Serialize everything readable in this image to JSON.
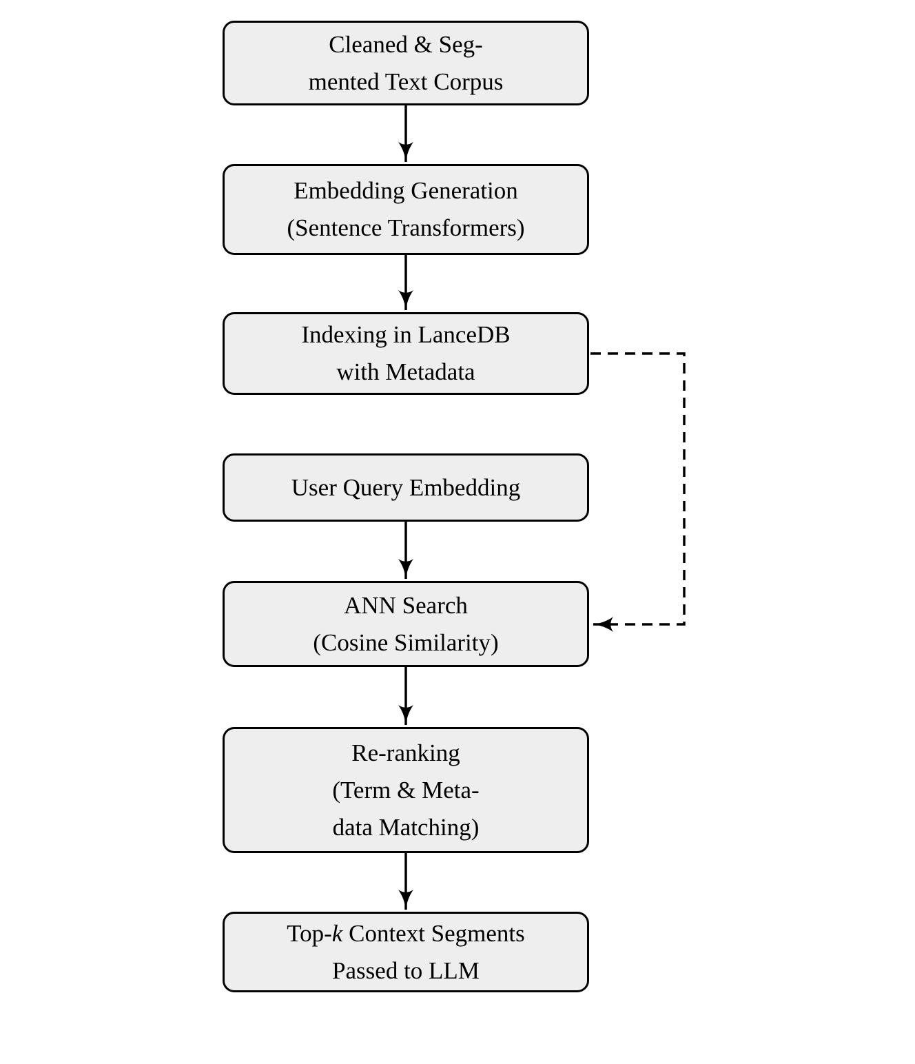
{
  "diagram": {
    "type": "flowchart",
    "colors": {
      "background": "#ffffff",
      "node_fill": "#eeeeee",
      "ink": "#000000"
    },
    "nodes": {
      "corpus": {
        "lines": [
          "Cleaned & Seg-",
          "mented Text Corpus"
        ]
      },
      "embedding_generation": {
        "lines": [
          "Embedding Generation",
          "(Sentence Transformers)"
        ]
      },
      "indexing_lancedb": {
        "lines": [
          "Indexing in LanceDB",
          "with Metadata"
        ]
      },
      "user_query_embedding": {
        "lines": [
          "User Query Embedding"
        ]
      },
      "ann_search": {
        "lines": [
          "ANN Search",
          "(Cosine Similarity)"
        ]
      },
      "re_ranking": {
        "lines": [
          "Re-ranking",
          "(Term & Meta-",
          "data Matching)"
        ]
      },
      "top_k": {
        "line1_prefix": "Top-",
        "line1_italic": "k",
        "line1_suffix": " Context Segments",
        "line2": "Passed to LLM"
      }
    },
    "edges": [
      {
        "from": "corpus",
        "to": "embedding_generation",
        "style": "solid"
      },
      {
        "from": "embedding_generation",
        "to": "indexing_lancedb",
        "style": "solid"
      },
      {
        "from": "user_query_embedding",
        "to": "ann_search",
        "style": "solid"
      },
      {
        "from": "ann_search",
        "to": "re_ranking",
        "style": "solid"
      },
      {
        "from": "re_ranking",
        "to": "top_k",
        "style": "solid"
      },
      {
        "from": "indexing_lancedb",
        "to": "ann_search",
        "style": "dashed"
      }
    ]
  }
}
